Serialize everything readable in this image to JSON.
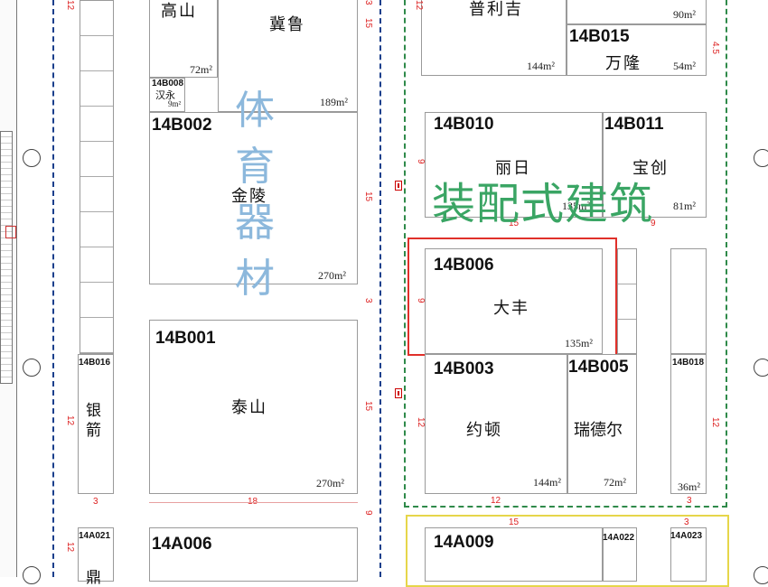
{
  "booths": {
    "b_gaoshan": {
      "name": "高山",
      "area": "72m²"
    },
    "b_jilu": {
      "name": "冀鲁",
      "area": "189m²"
    },
    "b008": {
      "code": "14B008",
      "name": "汉永",
      "area": "9m²"
    },
    "b002": {
      "code": "14B002",
      "name": "金陵",
      "area": "270m²"
    },
    "b001": {
      "code": "14B001",
      "name": "泰山",
      "area": "270m²"
    },
    "b016": {
      "code": "14B016",
      "name_line1": "银",
      "name_line2": "箭"
    },
    "a021": {
      "code": "14A021",
      "name": "鼎"
    },
    "a006": {
      "code": "14A006"
    },
    "b_pulijie": {
      "name": "普利吉",
      "area": "144m²"
    },
    "b_top_small": {
      "area": "90m²"
    },
    "b015": {
      "code": "14B015",
      "name": "万隆",
      "area": "54m²"
    },
    "b010": {
      "code": "14B010",
      "name": "丽日",
      "area": "135m²"
    },
    "b011": {
      "code": "14B011",
      "name": "宝创",
      "area": "81m²"
    },
    "b006": {
      "code": "14B006",
      "name": "大丰",
      "area": "135m²"
    },
    "b003": {
      "code": "14B003",
      "name": "约顿",
      "area": "144m²"
    },
    "b005": {
      "code": "14B005",
      "name": "瑞德尔",
      "area": "72m²"
    },
    "b018": {
      "code": "14B018",
      "area": "36m²"
    },
    "a009": {
      "code": "14A009"
    },
    "a022": {
      "code": "14A022"
    },
    "a023": {
      "code": "14A023"
    }
  },
  "zones": {
    "sports_line1": "体",
    "sports_line2": "育",
    "sports_line3": "器",
    "sports_line4": "材",
    "prefab": "装配式建筑"
  },
  "dimensions": {
    "d12a": "12",
    "d15a": "15",
    "d15b": "15",
    "d3a": "3",
    "d15c": "15",
    "d9a": "9",
    "d12b": "12",
    "d3b": "3",
    "d18": "18",
    "d12c": "12",
    "d45": "4.5",
    "d9b": "9",
    "d15d": "15",
    "d9c": "9",
    "d9d": "9",
    "d12d": "12",
    "d12e": "12",
    "d12f": "12",
    "d3c": "3",
    "d15e": "15",
    "d3d": "3",
    "d12g": "12",
    "d3e": "3"
  },
  "colors": {
    "highlight": "#e0302a",
    "prefab_zone": "#2f8a4a",
    "aisle": "#1a3f8c",
    "yellow_zone": "#e6d64a",
    "dimension": "#d22222"
  }
}
